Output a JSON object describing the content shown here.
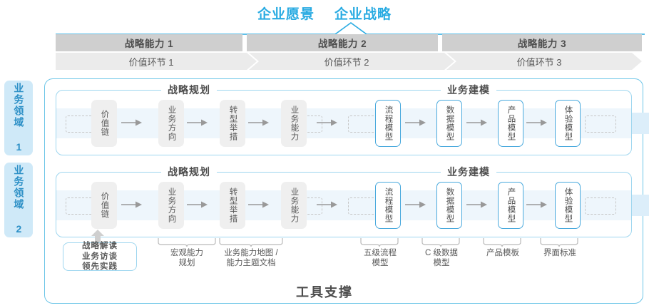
{
  "header": {
    "titles": [
      "企业愿景",
      "企业战略"
    ],
    "accent": "#29ABE2"
  },
  "capability_row": {
    "cells": [
      "战略能力 1",
      "战略能力 2",
      "战略能力 3"
    ],
    "bg": "#cfcfcf"
  },
  "value_row": {
    "cells": [
      "价值环节 1",
      "价值环节 2",
      "价值环节 3"
    ],
    "bg": "#ebebeb"
  },
  "domains": [
    {
      "label": "业务领域 1"
    },
    {
      "label": "业务领域 2"
    }
  ],
  "lanes": [
    {
      "section_left": "战略规划",
      "section_right": "业务建模",
      "left_nodes": [
        "价值链",
        "业务方向",
        "转型举措",
        "业务能力"
      ],
      "right_nodes": [
        "流程模型",
        "数据模型",
        "产品模型",
        "体验模型"
      ]
    },
    {
      "section_left": "战略规划",
      "section_right": "业务建模",
      "left_nodes": [
        "价值链",
        "业务方向",
        "转型举措",
        "业务能力"
      ],
      "right_nodes": [
        "流程模型",
        "数据模型",
        "产品模型",
        "体验模型"
      ]
    }
  ],
  "annotations": {
    "tool_box": "战略解读\n业务访谈\n领先实践",
    "tool_box_lines": [
      "战略解读",
      "业务访谈",
      "领先实践"
    ],
    "items": [
      {
        "line1": "宏观能力",
        "line2": "规划"
      },
      {
        "line1": "业务能力地图 /",
        "line2": "能力主题文档"
      },
      {
        "line1": "五级流程",
        "line2": "模型"
      },
      {
        "line1": "C 级数据",
        "line2": "模型"
      },
      {
        "line1": "产品模板",
        "line2": ""
      },
      {
        "line1": "界面标准",
        "line2": ""
      }
    ]
  },
  "footer": {
    "label": "工具支撑"
  },
  "colors": {
    "accent_blue": "#29ABE2",
    "frame_blue": "#6ec6e8",
    "node_blue": "#49a9dd",
    "tab_bg": "#cfe9f8",
    "band": "#eef6fc",
    "gray_node": "#efefef"
  }
}
